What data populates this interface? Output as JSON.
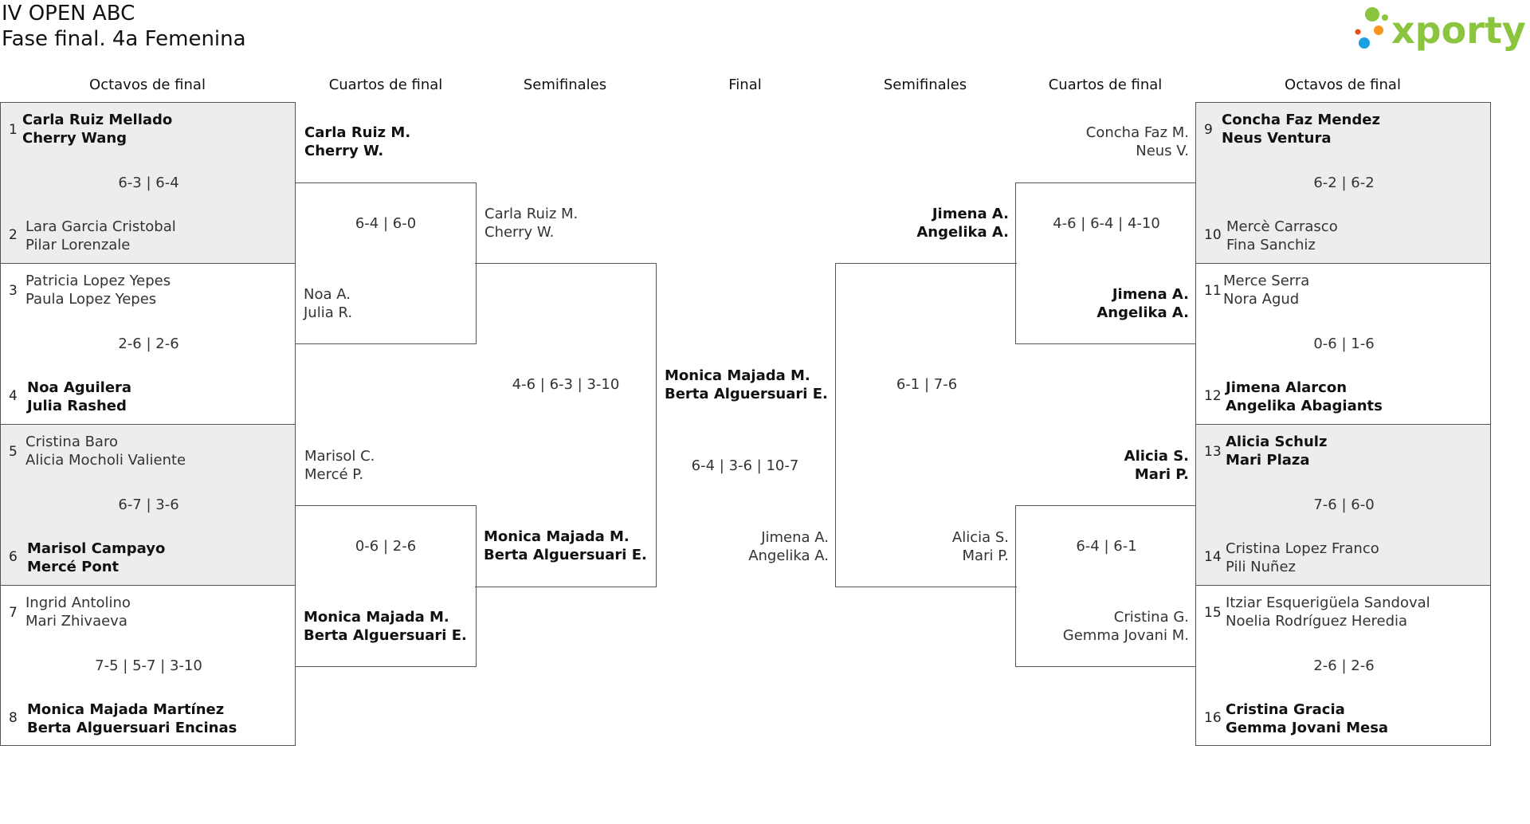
{
  "header": {
    "title1": "IV OPEN ABC",
    "title2": "Fase final. 4a Femenina"
  },
  "logo": {
    "text": "xporty",
    "icon": "xporty-logo-icon",
    "dot_colors": [
      "#8bc43f",
      "#f7941d",
      "#1aa0e0",
      "#e94e1b"
    ],
    "text_color": "#8bc43f"
  },
  "rounds": {
    "left": [
      "Octavos de final",
      "Cuartos de final",
      "Semifinales"
    ],
    "final": "Final",
    "right": [
      "Semifinales",
      "Cuartos de final",
      "Octavos de final"
    ]
  },
  "left_octavos": [
    {
      "seed_a": "1",
      "a1": "Carla Ruiz Mellado",
      "a2": "Cherry Wang",
      "score": "6-3 | 6-4",
      "seed_b": "2",
      "b1": "Lara Garcia Cristobal",
      "b2": "Pilar Lorenzale",
      "winner": "a"
    },
    {
      "seed_a": "3",
      "a1": "Patricia Lopez Yepes",
      "a2": "Paula Lopez Yepes",
      "score": "2-6 | 2-6",
      "seed_b": "4",
      "b1": "Noa Aguilera",
      "b2": "Julia Rashed",
      "winner": "b"
    },
    {
      "seed_a": "5",
      "a1": "Cristina Baro",
      "a2": "Alicia Mocholi Valiente",
      "score": "6-7 | 3-6",
      "seed_b": "6",
      "b1": "Marisol Campayo",
      "b2": "Mercé Pont",
      "winner": "b"
    },
    {
      "seed_a": "7",
      "a1": "Ingrid Antolino",
      "a2": "Mari Zhivaeva",
      "score": "7-5 | 5-7 | 3-10",
      "seed_b": "8",
      "b1": "Monica Majada Martínez",
      "b2": "Berta Alguersuari Encinas",
      "winner": "b"
    }
  ],
  "right_octavos": [
    {
      "seed_a": "9",
      "a1": "Concha Faz Mendez",
      "a2": "Neus Ventura",
      "score": "6-2 | 6-2",
      "seed_b": "10",
      "b1": "Mercè Carrasco",
      "b2": "Fina Sanchiz",
      "winner": "a"
    },
    {
      "seed_a": "11",
      "a1": "Merce Serra",
      "a2": "Nora Agud",
      "score": "0-6 | 1-6",
      "seed_b": "12",
      "b1": "Jimena Alarcon",
      "b2": "Angelika Abagiants",
      "winner": "b"
    },
    {
      "seed_a": "13",
      "a1": "Alicia Schulz",
      "a2": "Mari Plaza",
      "score": "7-6 | 6-0",
      "seed_b": "14",
      "b1": "Cristina Lopez Franco",
      "b2": "Pili Nuñez",
      "winner": "a"
    },
    {
      "seed_a": "15",
      "a1": "Itziar Esquerigüela Sandoval",
      "a2": "Noelia Rodríguez Heredia",
      "score": "2-6 | 2-6",
      "seed_b": "16",
      "b1": "Cristina Gracia",
      "b2": "Gemma Jovani Mesa",
      "winner": "b"
    }
  ],
  "left_cuartos": [
    {
      "a1": "Carla Ruiz M.",
      "a2": "Cherry W.",
      "score": "6-4 | 6-0",
      "b1": "Noa A.",
      "b2": "Julia R.",
      "winner": "a"
    },
    {
      "a1": "Marisol C.",
      "a2": "Mercé P.",
      "score": "0-6 | 2-6",
      "b1": "Monica Majada M.",
      "b2": "Berta Alguersuari E.",
      "winner": "b"
    }
  ],
  "right_cuartos": [
    {
      "a1": "Concha Faz M.",
      "a2": "Neus V.",
      "score": "4-6 | 6-4 | 4-10",
      "b1": "Jimena A.",
      "b2": "Angelika A.",
      "winner": "b"
    },
    {
      "a1": "Alicia S.",
      "a2": "Mari P.",
      "score": "6-4 | 6-1",
      "b1": "Cristina G.",
      "b2": "Gemma Jovani M.",
      "winner": "a"
    }
  ],
  "left_semi": {
    "a1": "Carla Ruiz M.",
    "a2": "Cherry W.",
    "score": "4-6 | 6-3 | 3-10",
    "b1": "Monica Majada M.",
    "b2": "Berta Alguersuari E.",
    "winner": "b"
  },
  "right_semi": {
    "a1": "Jimena A.",
    "a2": "Angelika A.",
    "score": "6-1 | 7-6",
    "b1": "Alicia S.",
    "b2": "Mari P.",
    "winner": "a"
  },
  "final": {
    "a1": "Monica Majada M.",
    "a2": "Berta Alguersuari E.",
    "score": "6-4 | 3-6 | 10-7",
    "b1": "Jimena A.",
    "b2": "Angelika A.",
    "winner": "a"
  }
}
